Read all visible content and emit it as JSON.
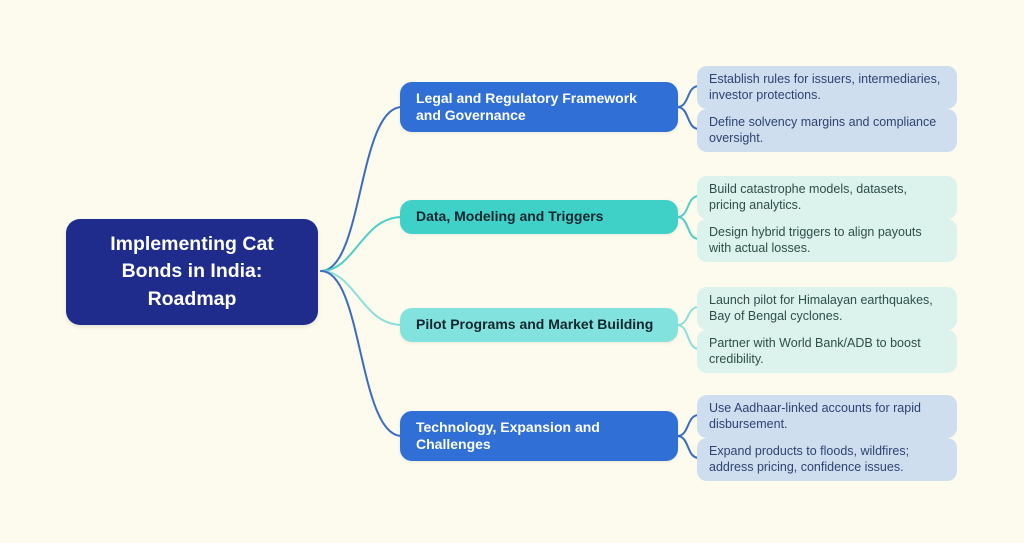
{
  "title": "Implementing Cat Bonds in India: Roadmap",
  "colors": {
    "bg": "#FDFAEE",
    "root_bg": "#1F2C8C",
    "root_text": "#FFFFFF",
    "branch_blue": "#2F6FD6",
    "branch_teal": "#3FD0C8",
    "branch_cyan": "#82E3DE",
    "branch_text_dark": "#14262E",
    "leaf_blue_bg": "#CFDEEE",
    "leaf_mint_bg": "#DCF2EC",
    "leaf_text_blue": "#2D4372",
    "leaf_text_teal": "#2E4E49",
    "line_blue": "#3A6CC2",
    "line_teal": "#4FCFC5",
    "line_cyan": "#8BE0DA"
  },
  "root": {
    "label": "Implementing Cat Bonds in India: Roadmap"
  },
  "branches": [
    {
      "label": "Legal and Regulatory Framework and Governance",
      "color_style": "blue",
      "children": [
        {
          "text": "Establish rules for issuers, intermediaries, investor protections."
        },
        {
          "text": "Define solvency margins and compliance oversight."
        }
      ]
    },
    {
      "label": "Data, Modeling and Triggers",
      "color_style": "teal",
      "children": [
        {
          "text": "Build catastrophe models, datasets, pricing analytics."
        },
        {
          "text": "Design hybrid triggers to align payouts with actual losses."
        }
      ]
    },
    {
      "label": "Pilot Programs and Market Building",
      "color_style": "cyan",
      "children": [
        {
          "text": "Launch pilot for Himalayan earthquakes, Bay of Bengal cyclones."
        },
        {
          "text": "Partner with World Bank/ADB to boost credibility."
        }
      ]
    },
    {
      "label": "Technology, Expansion and Challenges",
      "color_style": "blue",
      "children": [
        {
          "text": "Use Aadhaar-linked accounts for rapid disbursement."
        },
        {
          "text": "Expand products to floods, wildfires; address pricing, confidence issues."
        }
      ]
    }
  ]
}
